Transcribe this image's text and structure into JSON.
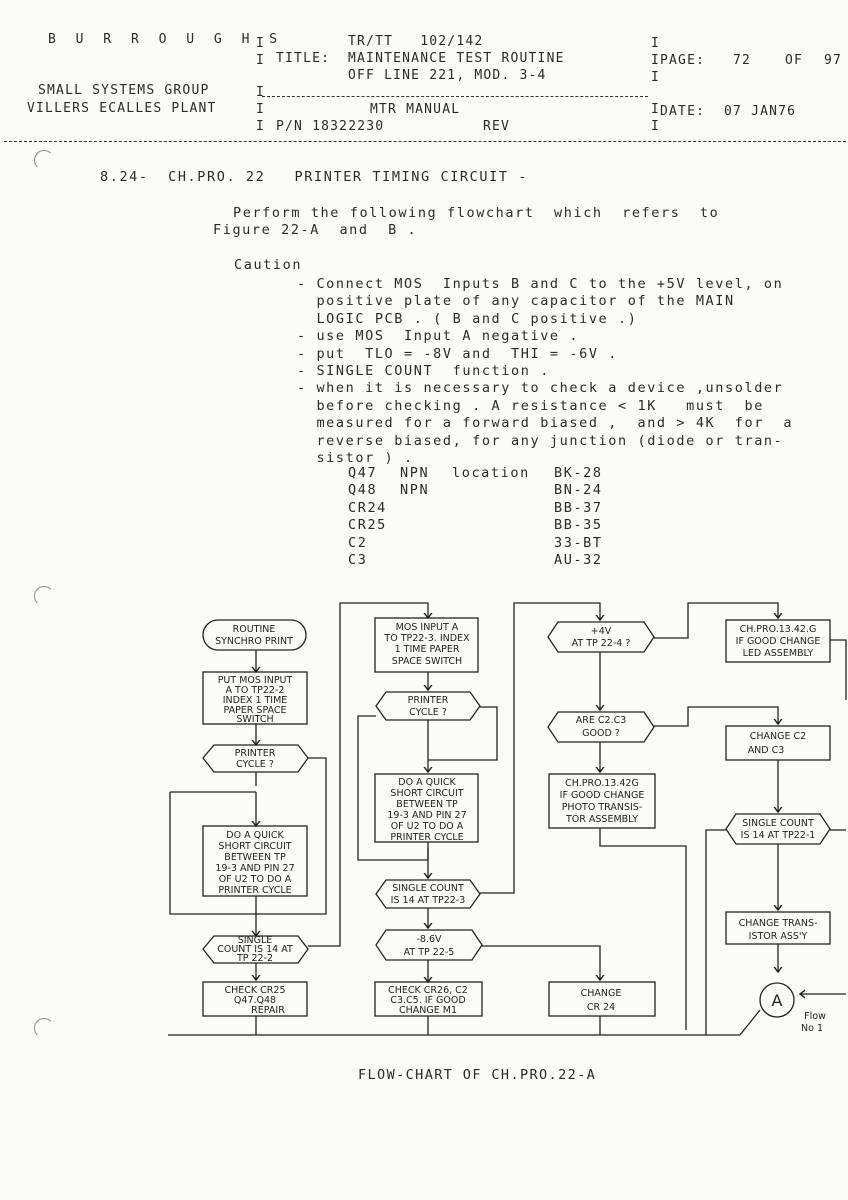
{
  "header": {
    "company": "B U R R O U G H S",
    "group": "SMALL SYSTEMS GROUP",
    "plant": "VILLERS ECALLES PLANT",
    "doc_ref": "TR/TT   102/142",
    "title_label": "TITLE:",
    "title_line1": "MAINTENANCE TEST ROUTINE",
    "title_line2": "OFF LINE 221, MOD. 3-4",
    "manual": "MTR MANUAL",
    "part_number": "P/N 18322230",
    "rev_label": "REV",
    "page_label": "PAGE:",
    "page_number": "72",
    "page_of": "OF",
    "page_total": "97",
    "date_label": "DATE:",
    "date_value": "07 JAN76"
  },
  "section": {
    "heading": "8.24-  CH.PRO. 22   PRINTER TIMING CIRCUIT -",
    "intro_line1": "Perform the following flowchart  which  refers  to",
    "intro_line2": "Figure 22-A  and  B .",
    "caution_label": "Caution",
    "caution_items": [
      [
        "- Connect MOS  Inputs B and C to the +5V level, on",
        "  positive plate of any capacitor of the MAIN",
        "  LOGIC PCB . ( B and C positive .)"
      ],
      [
        "- use MOS  Input A negative ."
      ],
      [
        "- put  TLO = -8V and  THI = -6V ."
      ],
      [
        "- SINGLE COUNT  function ."
      ],
      [
        "- when it is necessary to check a device ,unsolder",
        "  before checking . A resistance < 1K   must  be",
        "  measured for a forward biased ,  and > 4K  for  a",
        "  reverse biased, for any junction (diode or tran-",
        "  sistor ) ."
      ]
    ],
    "locations": [
      {
        "component": "Q47",
        "type": "NPN",
        "label": "location",
        "location": "BK-28"
      },
      {
        "component": "Q48",
        "type": "NPN",
        "label": "",
        "location": "BN-24"
      },
      {
        "component": "CR24",
        "type": "",
        "label": "",
        "location": "BB-37"
      },
      {
        "component": "CR25",
        "type": "",
        "label": "",
        "location": "BB-35"
      },
      {
        "component": "C2",
        "type": "",
        "label": "",
        "location": "33-BT"
      },
      {
        "component": "C3",
        "type": "",
        "label": "",
        "location": "AU-32"
      }
    ]
  },
  "flowchart": {
    "caption": "FLOW-CHART OF CH.PRO.22-A",
    "col1": {
      "start": [
        "ROUTINE",
        "SYNCHRO PRINT"
      ],
      "put_mos": [
        "PUT MOS INPUT",
        "A TO TP22-2",
        "INDEX 1 TIME",
        "PAPER SPACE",
        "SWITCH"
      ],
      "printer_cycle": [
        "PRINTER",
        "CYCLE ?"
      ],
      "short_circuit": [
        "DO A QUICK",
        "SHORT CIRCUIT",
        "BETWEEN TP",
        "19-3 AND PIN 27",
        "OF U2 TO DO A",
        "PRINTER CYCLE"
      ],
      "single_count": [
        "SINGLE",
        "COUNT IS 14 AT",
        "TP 22-2"
      ],
      "check": [
        "CHECK CR25",
        "Q47.Q48",
        "REPAIR"
      ]
    },
    "col2": {
      "mos_input": [
        "MOS INPUT A",
        "TO TP22-3. INDEX",
        "1 TIME PAPER",
        "SPACE SWITCH"
      ],
      "printer_cycle": [
        "PRINTER",
        "CYCLE ?"
      ],
      "short_circuit": [
        "DO A QUICK",
        "SHORT CIRCUIT",
        "BETWEEN TP",
        "19-3 AND PIN 27",
        "OF U2 TO DO A",
        "PRINTER CYCLE"
      ],
      "single_count": [
        "SINGLE COUNT",
        "IS 14 AT TP22-3"
      ],
      "voltage": [
        "-8.6V",
        "AT TP 22-5"
      ],
      "check": [
        "CHECK CR26, C2",
        "C3.C5. IF GOOD",
        "CHANGE M1"
      ]
    },
    "col3": {
      "voltage": [
        "+4V",
        "AT TP 22-4 ?"
      ],
      "are_good": [
        "ARE C2.C3",
        "GOOD ?"
      ],
      "chpro": [
        "CH.PRO.13.42G",
        "IF GOOD CHANGE",
        "PHOTO TRANSIS-",
        "TOR ASSEMBLY"
      ],
      "change": [
        "CHANGE",
        "CR 24"
      ]
    },
    "col4": {
      "chpro": [
        "CH.PRO.13.42.G",
        "IF GOOD CHANGE",
        "LED ASSEMBLY"
      ],
      "change_c": [
        "CHANGE C2",
        "AND C3"
      ],
      "single_count": [
        "SINGLE COUNT",
        "IS 14 AT TP22-1"
      ],
      "change_trans": [
        "CHANGE TRANS-",
        "ISTOR ASS'Y"
      ],
      "connector": "A",
      "flow_note": [
        "Flow",
        "No 1"
      ]
    }
  }
}
